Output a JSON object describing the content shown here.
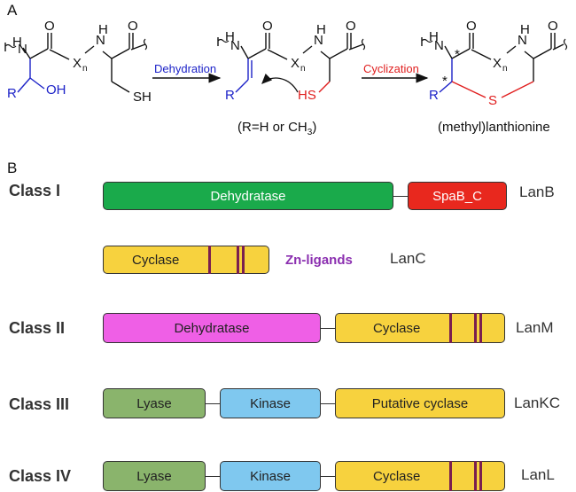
{
  "panels": {
    "a": "A",
    "b": "B"
  },
  "scheme": {
    "arrow1_label": "Dehydration",
    "arrow2_label": "Cyclization",
    "substituent_note": "(R=H or CH",
    "substituent_sub": "3",
    "substituent_close": ")",
    "product_label": "(methyl)lanthionine",
    "atoms": {
      "N": "N",
      "H": "H",
      "O": "O",
      "X": "X",
      "n": "n",
      "R": "R",
      "OH": "OH",
      "SH": "SH",
      "HS": "HS",
      "S": "S",
      "star": "*"
    }
  },
  "colors": {
    "dehydratase_green": "#1aaa4b",
    "spab_red": "#e8281e",
    "cyclase_yellow": "#f7d23e",
    "dehydratase_magenta": "#ef5fe6",
    "lyase_green": "#8ab46c",
    "kinase_blue": "#7fc8ef",
    "zn_stripe": "#7a1f4f",
    "zn_label_purple": "#8b2fb0",
    "dehydration_blue": "#1c22c8",
    "cyclization_red": "#e01e1e"
  },
  "classes": {
    "class1": {
      "label": "Class I",
      "gene": "LanB",
      "domains": [
        "Dehydratase",
        "SpaB_C"
      ]
    },
    "lanc": {
      "gene": "LanC",
      "domain": "Cyclase",
      "zn_label": "Zn-ligands"
    },
    "class2": {
      "label": "Class II",
      "gene": "LanM",
      "domains": [
        "Dehydratase",
        "Cyclase"
      ]
    },
    "class3": {
      "label": "Class III",
      "gene": "LanKC",
      "domains": [
        "Lyase",
        "Kinase",
        "Putative cyclase"
      ]
    },
    "class4": {
      "label": "Class IV",
      "gene": "LanL",
      "domains": [
        "Lyase",
        "Kinase",
        "Cyclase"
      ]
    }
  }
}
